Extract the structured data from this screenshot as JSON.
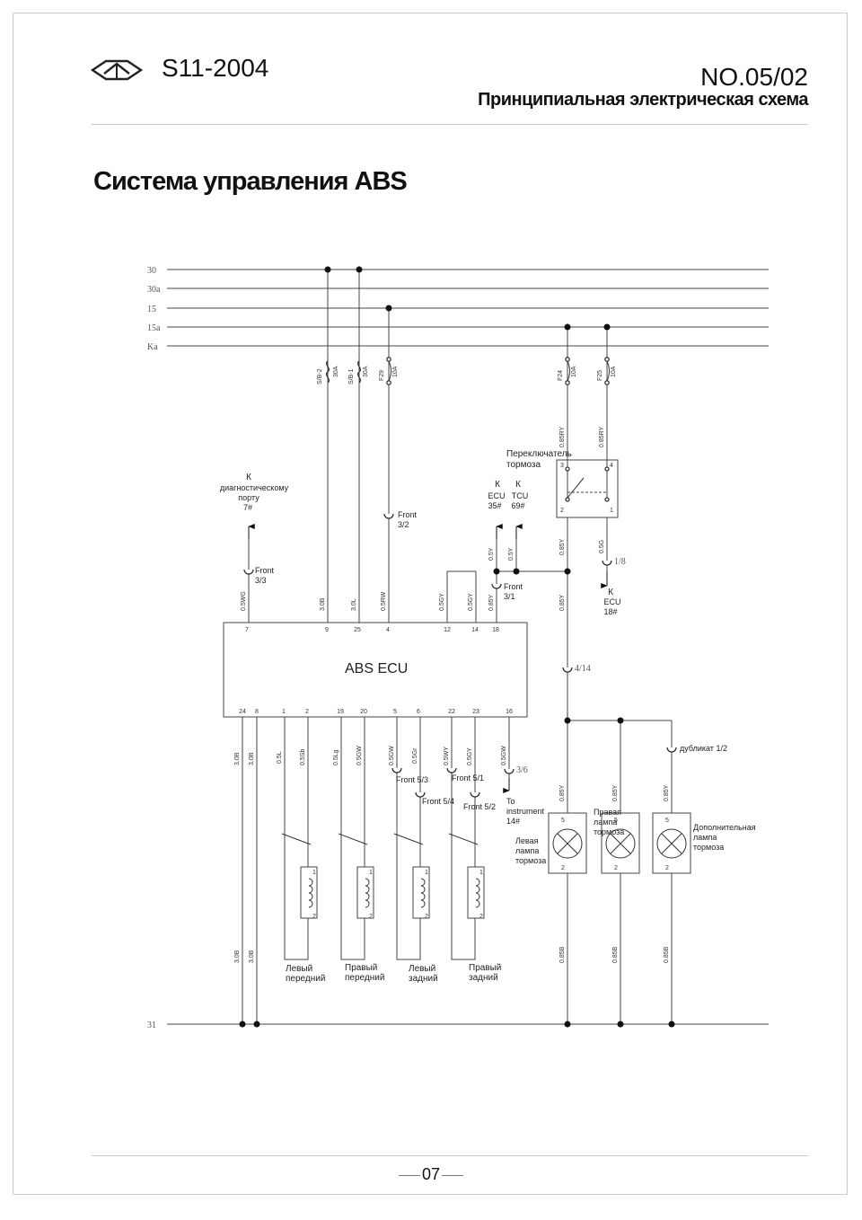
{
  "header": {
    "model": "S11-2004",
    "doc_no": "NO.05/02",
    "subtitle": "Принципиальная электрическая схема",
    "logo_icon": "chery-logo-icon"
  },
  "title": "Система управления ABS",
  "page_number": "07",
  "buses": {
    "b30": "30",
    "b30a": "30a",
    "b15": "15",
    "b15a": "15a",
    "bKa": "Ka",
    "b31": "31"
  },
  "fuses": {
    "sb2_name": "S/B-2",
    "sb2_rating": "30A",
    "sb1_name": "S/B-1",
    "sb1_rating": "30A",
    "f29_name": "F29",
    "f29_rating": "10A",
    "f24_name": "F24",
    "f24_rating": "10A",
    "f25_name": "F25",
    "f25_rating": "10A"
  },
  "wires": {
    "w_sb2": "3.0B",
    "w_sb1": "3.0L",
    "w_f29": "0.5RW",
    "w_f24": "0.85RY",
    "w_f25": "0.85RY",
    "w_diag": "0.5WG",
    "w12": "0.5GY",
    "w14": "0.5GY",
    "w18": "0.85Y",
    "w_ecu35": "0.5Y",
    "w_tcu69": "0.5Y",
    "w_sw2": "0.85Y",
    "w_sw1": "0.5G",
    "w_main": "0.85Y",
    "wb24": "3.0B",
    "wb8": "3.0B",
    "wb1": "0.5L",
    "wb2": "0.5Sb",
    "wb19": "0.5Lg",
    "wb20": "0.5GW",
    "wb5": "0.5GW",
    "wb6": "0.5Gr",
    "wb22": "0.5WY",
    "wb23": "0.5GY",
    "wb16": "0.5GW",
    "wl1": "0.85Y",
    "wl2": "0.85Y",
    "wl3": "0.85Y",
    "wg24": "3.0B",
    "wg8": "3.0B",
    "wgl1": "0.85B",
    "wgl2": "0.85B",
    "wgl3": "0.85B"
  },
  "ecu": {
    "label": "ABS ECU",
    "pins_top": [
      "7",
      "9",
      "25",
      "4",
      "12",
      "14",
      "18"
    ],
    "pins_bottom": [
      "24",
      "8",
      "1",
      "2",
      "19",
      "20",
      "5",
      "6",
      "22",
      "23",
      "16"
    ]
  },
  "connectors": {
    "front_3_2_a": "Front",
    "front_3_2_b": "3/2",
    "front_3_3_a": "Front",
    "front_3_3_b": "3/3",
    "front_3_1_a": "Front",
    "front_3_1_b": "3/1",
    "c_1_8": "1/8",
    "c_4_14": "4/14",
    "front_5_3": "Front 5/3",
    "front_5_4": "Front 5/4",
    "front_5_1": "Front 5/1",
    "front_5_2": "Front 5/2",
    "c_3_6": "3/6",
    "dup": "дубликат 1/2"
  },
  "destinations": {
    "diag_k": "К",
    "diag_l1": "диагностическому",
    "diag_l2": "порту",
    "diag_pin": "7#",
    "ecu_k": "К",
    "ecu_name": "ECU",
    "ecu_pin": "35#",
    "tcu_k": "К",
    "tcu_name": "TCU",
    "tcu_pin": "69#",
    "ecu18_k": "К",
    "ecu18_name": "ECU",
    "ecu18_pin": "18#",
    "inst_l1": "To",
    "inst_l2": "instrument",
    "inst_pin": "14#"
  },
  "brake_switch": {
    "label_1": "Переключатель",
    "label_2": "тормоза",
    "pins": [
      "3",
      "4",
      "2",
      "1"
    ]
  },
  "sensors": [
    {
      "l1": "Левый",
      "l2": "передний",
      "p1": "1",
      "p2": "2"
    },
    {
      "l1": "Правый",
      "l2": "передний",
      "p1": "1",
      "p2": "2"
    },
    {
      "l1": "Левый",
      "l2": "задний",
      "p1": "1",
      "p2": "2"
    },
    {
      "l1": "Правый",
      "l2": "задний",
      "p1": "1",
      "p2": "2"
    }
  ],
  "lamps": [
    {
      "l1": "Левая",
      "l2": "лампа",
      "l3": "тормоза",
      "p1": "5",
      "p2": "2"
    },
    {
      "l1": "Правая",
      "l2": "лампа",
      "l3": "тормоза",
      "p1": "5",
      "p2": "2"
    },
    {
      "l1": "Дополнительная",
      "l2": "лампа",
      "l3": "тормоза",
      "p1": "5",
      "p2": "2"
    }
  ]
}
